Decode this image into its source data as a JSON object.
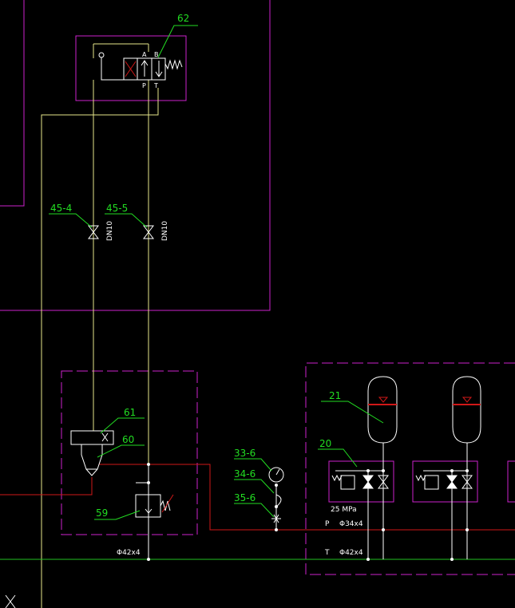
{
  "colors": {
    "background": "#000000",
    "frame": "#cc22cc",
    "pilot_line": "#e6e68a",
    "pressure_line": "#d01818",
    "return_line": "#22c022",
    "component": "#ffffff",
    "leader": "#22dd22"
  },
  "labels": {
    "valve_62": "62",
    "valve_45_4": "45-4",
    "valve_45_5": "45-5",
    "dn10_a": "DN10",
    "dn10_b": "DN10",
    "relief_61": "61",
    "check_60": "60",
    "relief_59": "59",
    "gauge_33": "33-6",
    "switch_34": "34-6",
    "valve_35": "35-6",
    "accumulator_21": "21",
    "block_20": "20"
  },
  "ports": {
    "a": "A",
    "b": "B",
    "p": "P",
    "t": "T"
  },
  "annotations": {
    "pressure": "25 MPa",
    "p_pipe_prefix": "P",
    "p_pipe_size": "Φ34x4",
    "t_pipe_prefix": "T",
    "t_pipe_size": "Φ42x4",
    "main_pipe_size": "Φ42x4"
  }
}
